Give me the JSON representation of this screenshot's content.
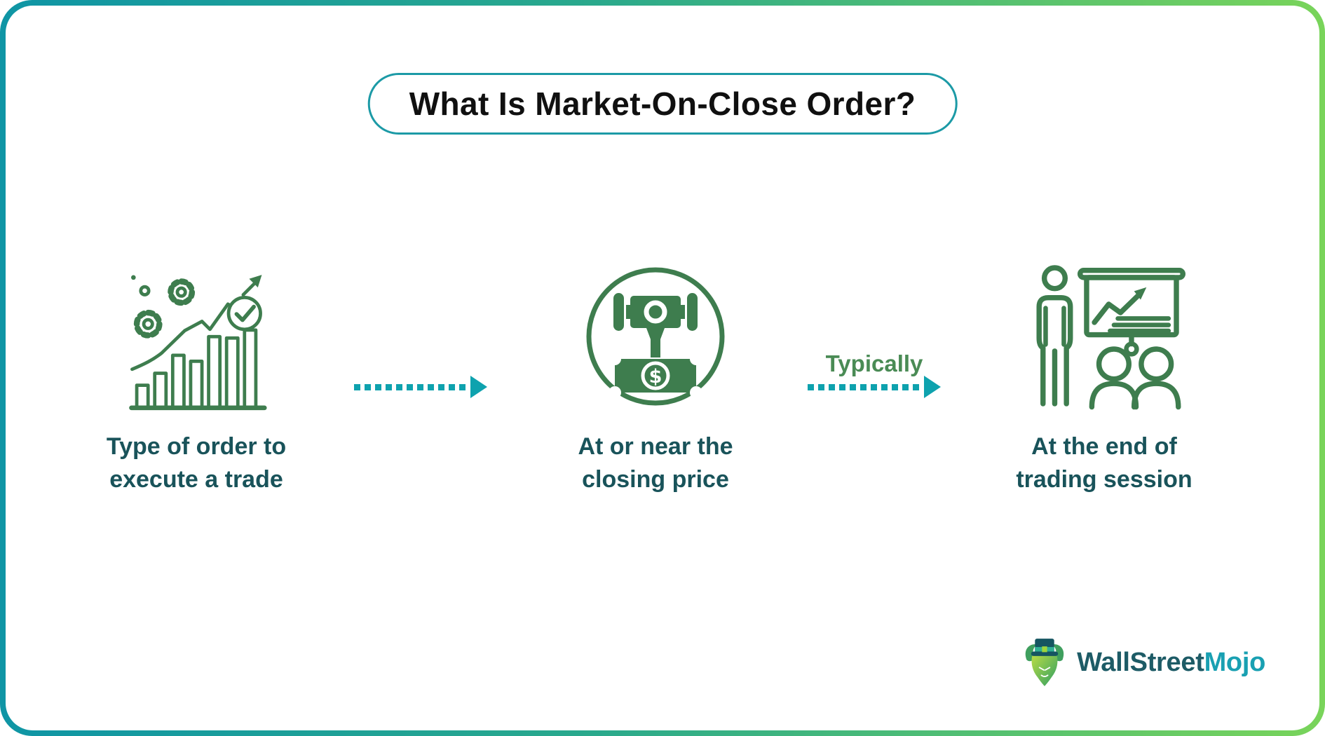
{
  "title": {
    "text": "What Is Market-On-Close Order?"
  },
  "steps": [
    {
      "icon": "trade-growth-chart-icon",
      "label": "Type of order to\nexecute a trade"
    },
    {
      "icon": "gavel-money-icon",
      "label": "At or near the\nclosing price"
    },
    {
      "icon": "presentation-session-icon",
      "label": "At the end of\ntrading session"
    }
  ],
  "connectors": [
    {
      "label": ""
    },
    {
      "label": "Typically"
    }
  ],
  "logo": {
    "brand_part1": "WallStreet",
    "brand_part2": "Mojo"
  },
  "colors": {
    "frame_gradient_start": "#0f95a5",
    "frame_gradient_end": "#79d45a",
    "title_border": "#1c9aa6",
    "title_text": "#101010",
    "icon_green": "#3e7d4e",
    "caption_text": "#19535a",
    "arrow_teal": "#0ea2ae",
    "connector_label_green": "#4a8b55",
    "logo_dark_teal": "#1d5b66",
    "logo_teal": "#19a0b2"
  }
}
